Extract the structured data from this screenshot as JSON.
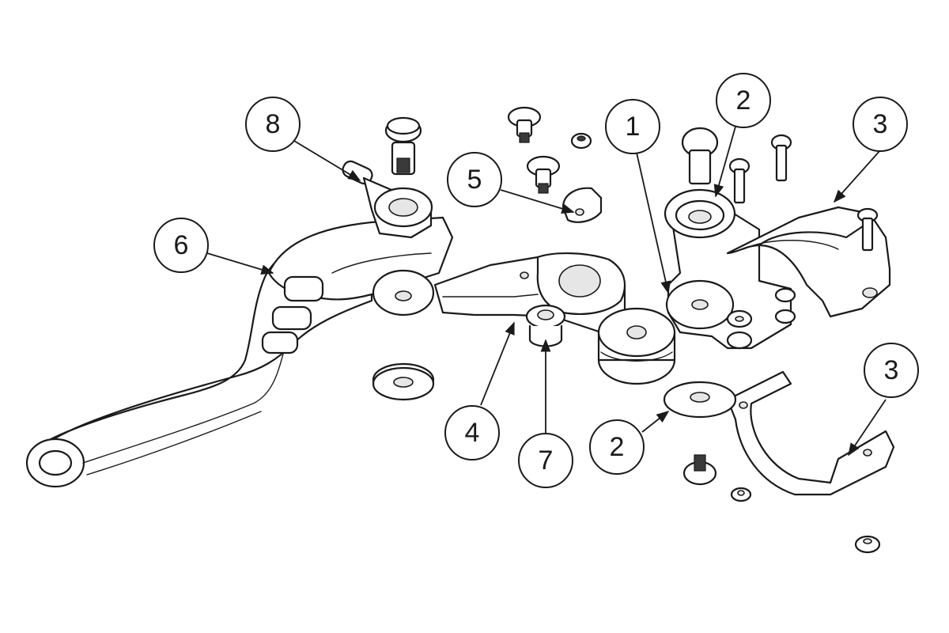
{
  "diagram": {
    "callouts": [
      {
        "id": "c8",
        "label": "8"
      },
      {
        "id": "c6",
        "label": "6"
      },
      {
        "id": "c5",
        "label": "5"
      },
      {
        "id": "c1",
        "label": "1"
      },
      {
        "id": "c2a",
        "label": "2"
      },
      {
        "id": "c3a",
        "label": "3"
      },
      {
        "id": "c4",
        "label": "4"
      },
      {
        "id": "c7",
        "label": "7"
      },
      {
        "id": "c2b",
        "label": "2"
      },
      {
        "id": "c3b",
        "label": "3"
      }
    ]
  }
}
